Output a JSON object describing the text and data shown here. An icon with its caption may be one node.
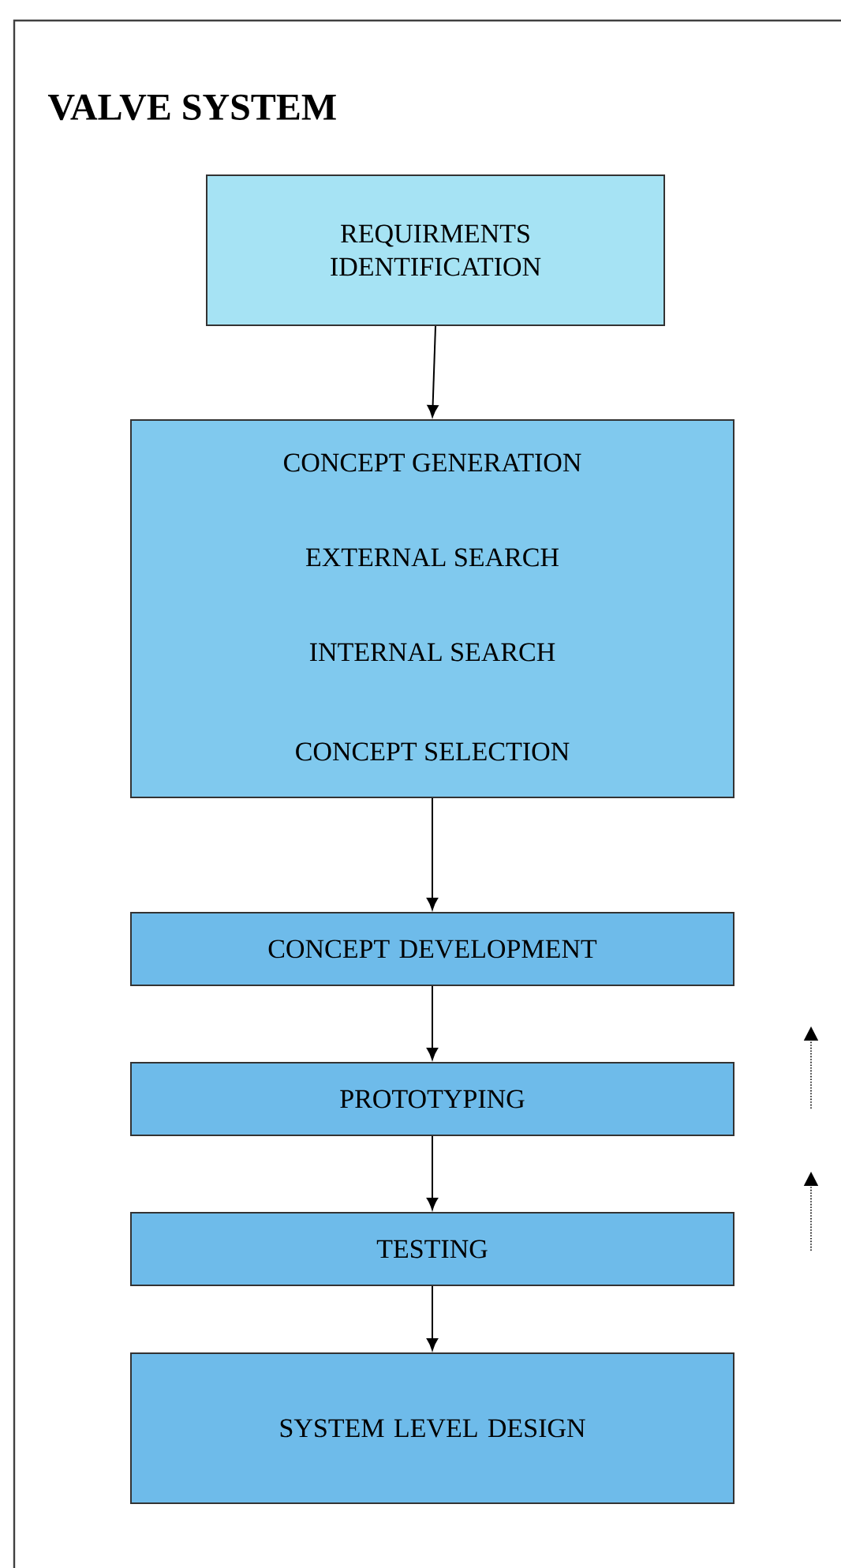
{
  "diagram": {
    "title": "VALVE SYSTEM",
    "nodes": [
      {
        "text": [
          "REQUIRMENTS IDENTIFICATION"
        ]
      },
      {
        "text": [
          "CONCEPT GENERATION",
          "EXTERNAL SEARCH",
          "INTERNAL SEARCH",
          "CONCEPT SELECTION"
        ]
      },
      {
        "text": [
          "CONCEPT DEVELOPMENT"
        ]
      },
      {
        "text": [
          "PROTOTYPING"
        ]
      },
      {
        "text": [
          "TESTING"
        ]
      },
      {
        "text": [
          "SYSTEM LEVEL DESIGN"
        ]
      }
    ],
    "edges": [
      {
        "from": 0,
        "to": 1,
        "arrow": "to"
      },
      {
        "from": 1,
        "to": 2,
        "arrow": "to"
      },
      {
        "from": 2,
        "to": 3,
        "arrow": "to"
      },
      {
        "from": 3,
        "to": 4,
        "arrow": "to"
      },
      {
        "from": 4,
        "to": 5,
        "arrow": "to"
      }
    ]
  }
}
